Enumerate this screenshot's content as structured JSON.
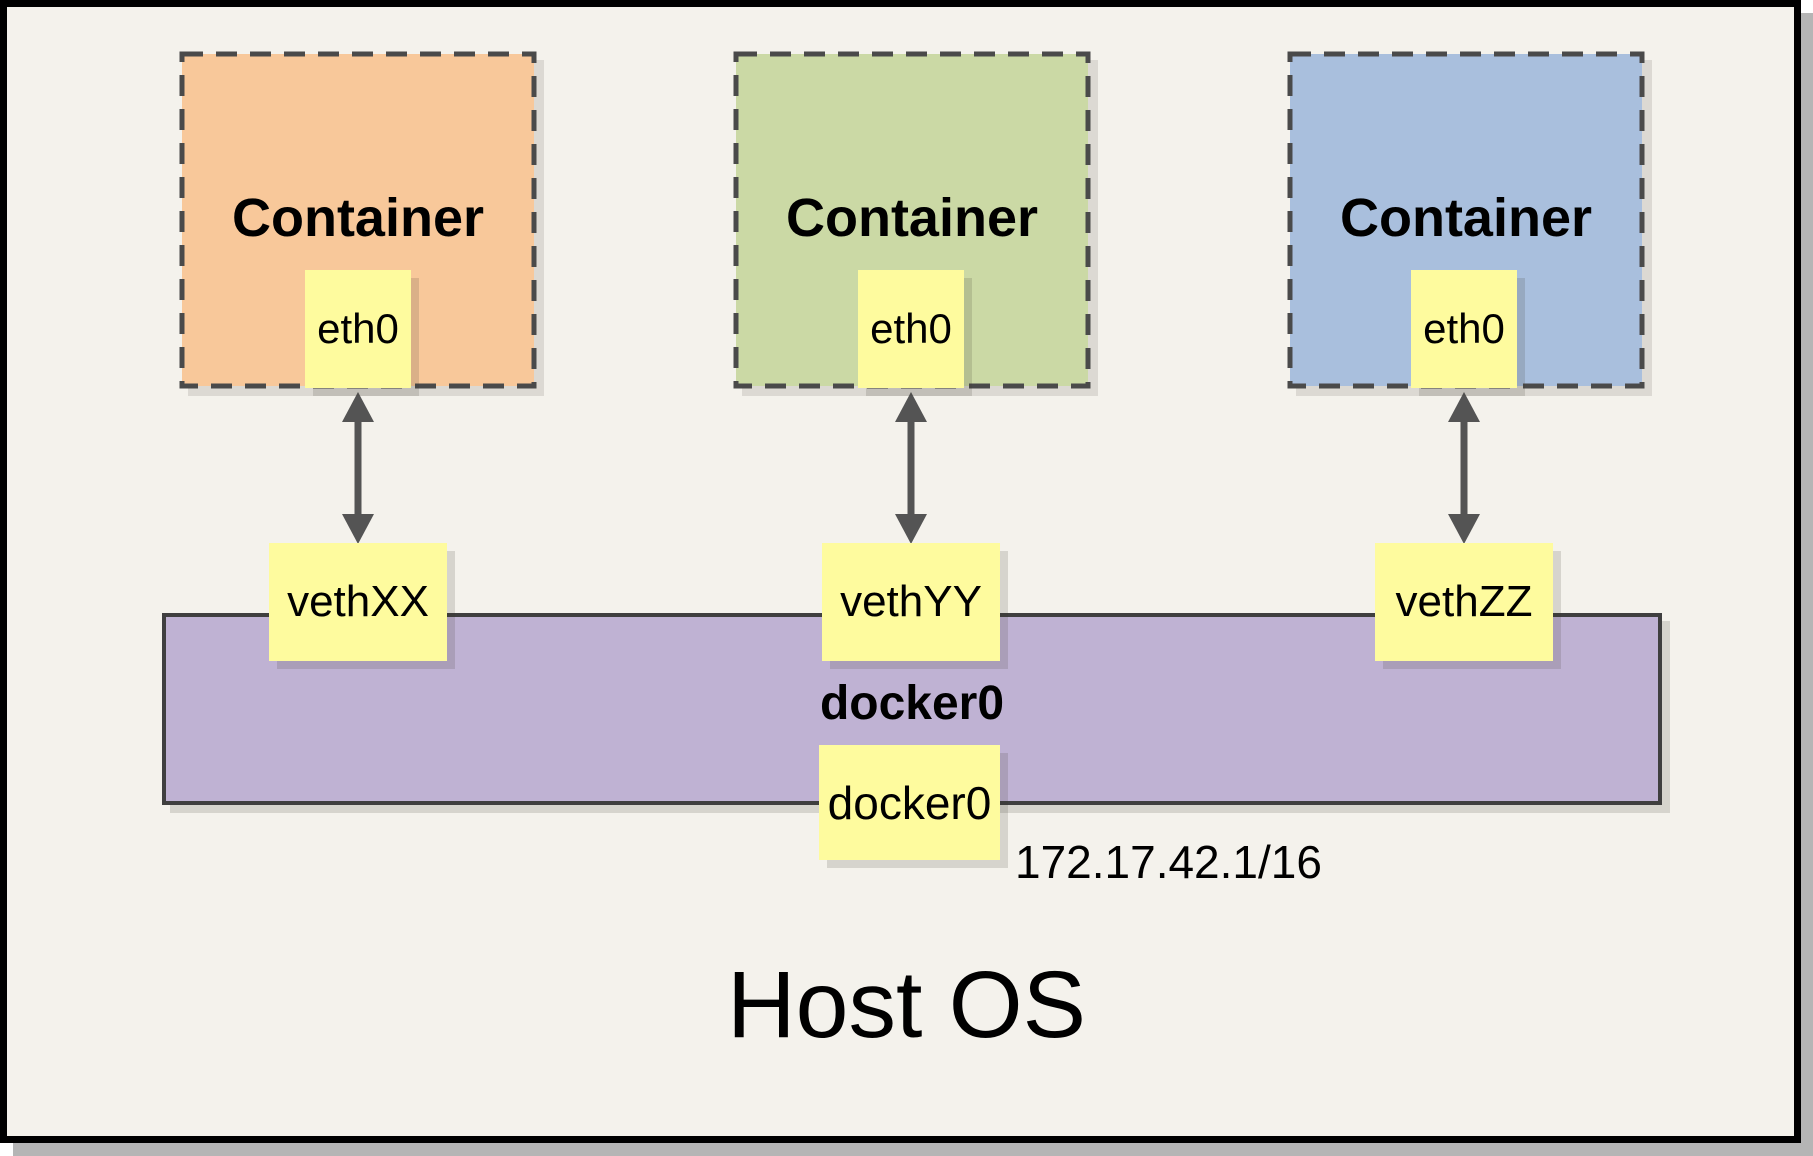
{
  "card": {
    "background": "#F4F2EC",
    "border_color": "#000000",
    "shadow_color": "#B5B5B5"
  },
  "diagram": {
    "containers": [
      {
        "title": "Container",
        "interface": "eth0",
        "color": "#F8C89A"
      },
      {
        "title": "Container",
        "interface": "eth0",
        "color": "#CBD9A5"
      },
      {
        "title": "Container",
        "interface": "eth0",
        "color": "#A9BFDD"
      }
    ],
    "veths": [
      {
        "label": "vethXX"
      },
      {
        "label": "vethYY"
      },
      {
        "label": "vethZZ"
      }
    ],
    "bridge": {
      "name": "docker0",
      "interface": "docker0",
      "ip": "172.17.42.1/16",
      "color": "#BFB2D3"
    },
    "host": {
      "label": "Host OS"
    },
    "palette": {
      "label_box": "#FEFB9E",
      "dashed_border": "#4A4A4A",
      "bridge_border": "#3F3F3F",
      "arrow": "#545454",
      "text": "#000000"
    }
  }
}
